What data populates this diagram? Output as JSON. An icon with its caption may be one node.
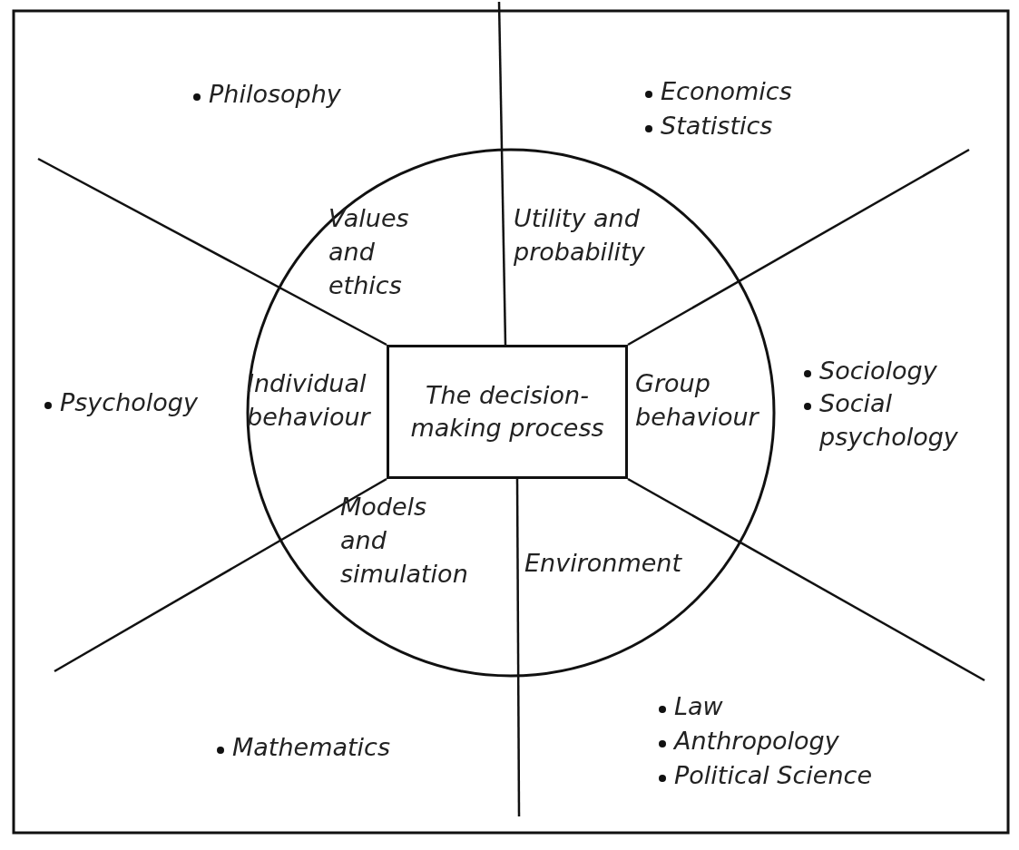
{
  "diagram": {
    "nodes": [
      {
        "text": [
          "The decision-making process"
        ]
      }
    ],
    "labels": [
      "Philosophy",
      "Economics",
      "Statistics",
      "Values and ethics",
      "Utility and probability",
      "Sociology",
      "Social psychology",
      "Psychology",
      "Individual behaviour",
      "Group behaviour",
      "Models and simulation",
      "Environment",
      "Law",
      "Anthropology",
      "Political Science",
      "Mathematics"
    ]
  }
}
